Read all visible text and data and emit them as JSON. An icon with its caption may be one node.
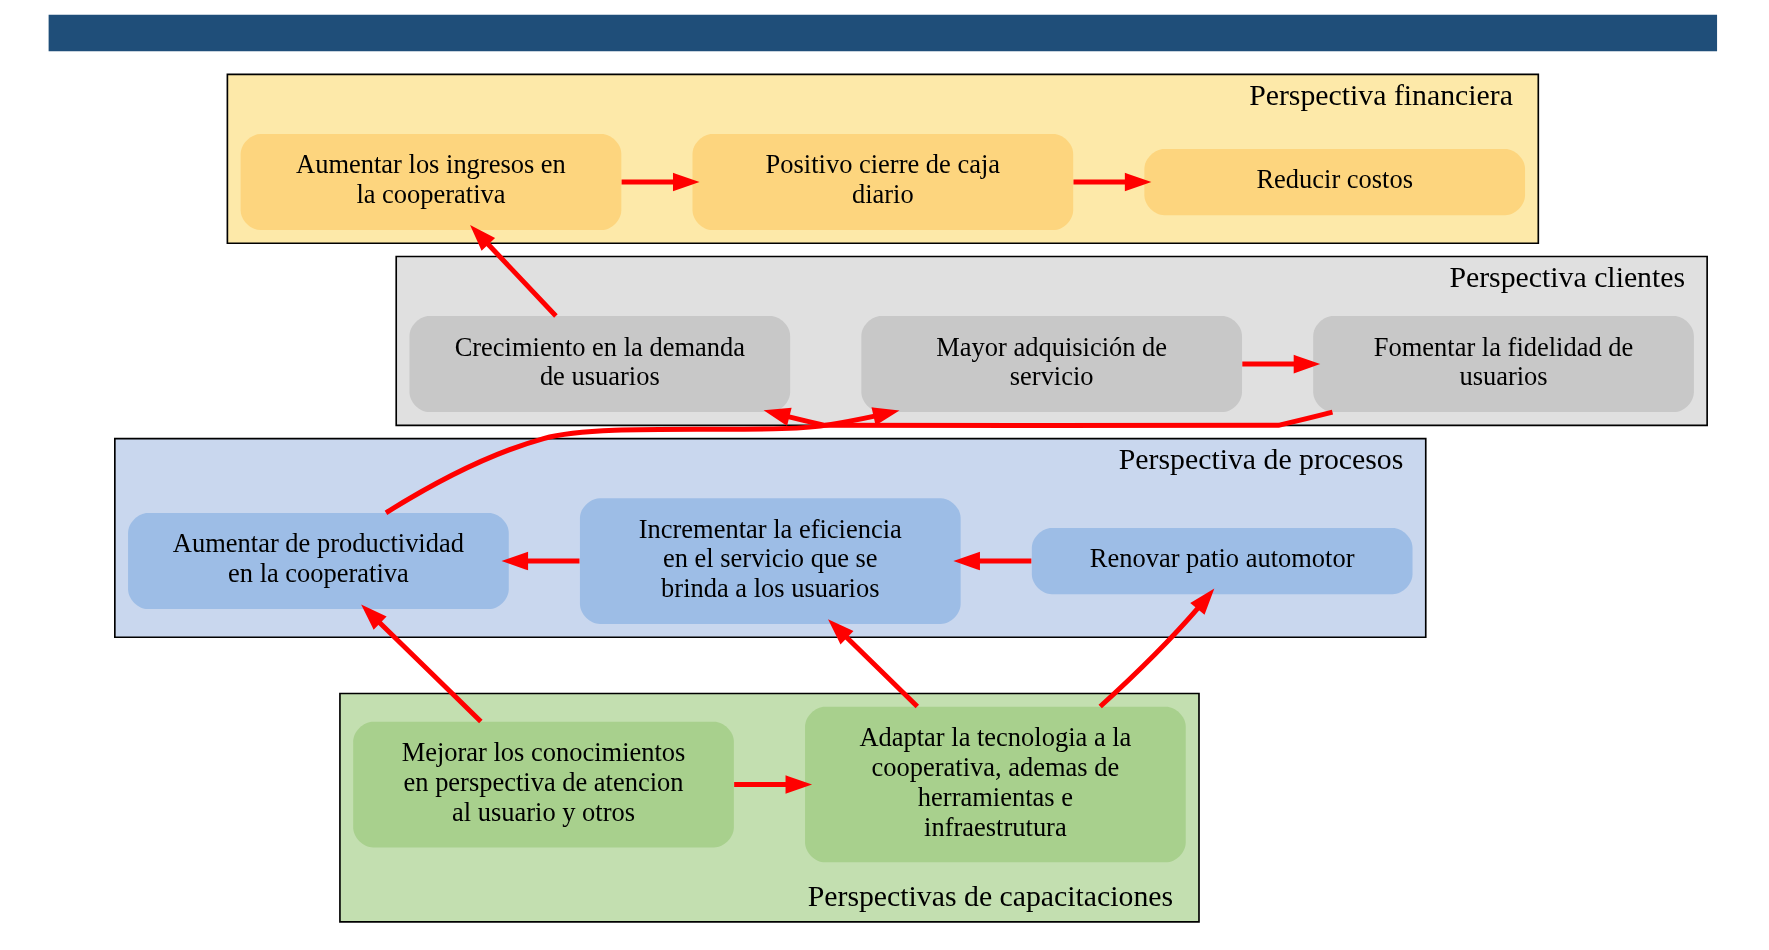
{
  "diagram": {
    "nodes": [
      {
        "text": [],
        "shape": "bar"
      },
      {
        "text": [
          "Perspectiva financiera"
        ]
      },
      {
        "text": [
          "Reducir costos"
        ],
        "in": 1
      },
      {
        "text": [
          "Positivo cierre de caja diario"
        ],
        "in": 1
      },
      {
        "text": [
          "Aumentar los ingresos en la cooperativa"
        ],
        "in": 1
      },
      {
        "text": [
          "Perspectiva clientes"
        ]
      },
      {
        "text": [
          "Mayor adquisición de servicio"
        ],
        "in": 5
      },
      {
        "text": [
          "Fomentar la fidelidad de usuarios"
        ],
        "in": 5
      },
      {
        "text": [
          "Crecimiento en la demanda de usuarios"
        ],
        "in": 5
      },
      {
        "text": [
          "Perspectiva de procesos"
        ]
      },
      {
        "text": [
          "Renovar patio automotor"
        ],
        "in": 9
      },
      {
        "text": [
          "Incrementar la eficiencia en el servicio que se brinda a los usuarios"
        ],
        "in": 9
      },
      {
        "text": [
          "Aumentar de productividad en la cooperativa"
        ],
        "in": 9
      },
      {
        "text": [
          "Perspectivas de capacitaciones"
        ]
      },
      {
        "text": [
          "Adaptar la tecnologia a la cooperativa, ademas de herramientas e infraestrutura"
        ],
        "in": 13
      },
      {
        "text": [
          "Mejorar los conocimientos en perspectiva de atencion al usuario y otros"
        ],
        "in": 13
      }
    ],
    "edges": [
      {
        "from": 3,
        "to": 2,
        "arrow": "to"
      },
      {
        "from": 4,
        "to": 3,
        "arrow": "to"
      },
      {
        "from": 8,
        "to": 4,
        "arrow": "to"
      },
      {
        "from": 6,
        "to": 7,
        "arrow": "to"
      },
      {
        "from": 7,
        "to": 8,
        "arrow": "to"
      },
      {
        "from": 12,
        "to": 6,
        "arrow": "to"
      },
      {
        "from": 10,
        "to": 11,
        "arrow": "to"
      },
      {
        "from": 11,
        "to": 12,
        "arrow": "to"
      },
      {
        "from": 14,
        "to": 10,
        "arrow": "to"
      },
      {
        "from": 14,
        "to": 11,
        "arrow": "to"
      },
      {
        "from": 15,
        "to": 14,
        "arrow": "to"
      },
      {
        "from": 15,
        "to": 12,
        "arrow": "to"
      }
    ]
  }
}
